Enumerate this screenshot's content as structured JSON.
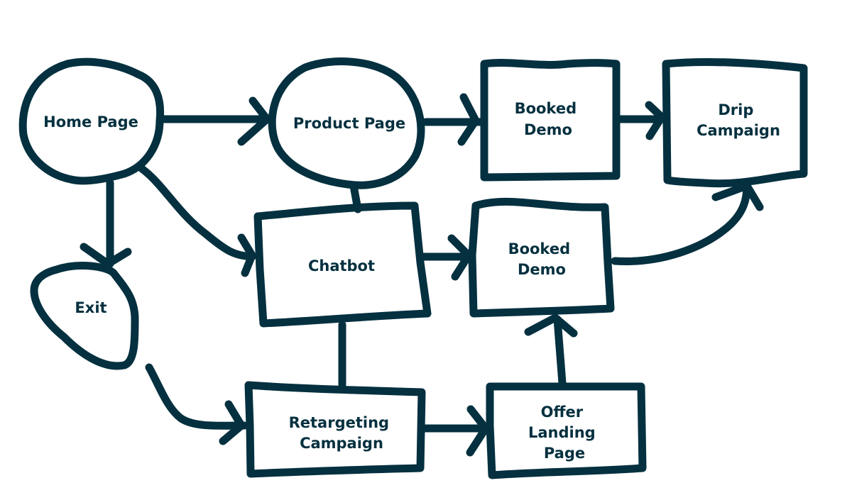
{
  "diagram": {
    "stroke_color": "#04303f",
    "background": "#ffffff",
    "nodes": {
      "home": {
        "lines": [
          "Home Page"
        ],
        "shape": "blob"
      },
      "product": {
        "lines": [
          "Product Page"
        ],
        "shape": "blob"
      },
      "booked1": {
        "lines": [
          "Booked",
          "Demo"
        ],
        "shape": "box"
      },
      "drip": {
        "lines": [
          "Drip",
          "Campaign"
        ],
        "shape": "box"
      },
      "chatbot": {
        "lines": [
          "Chatbot"
        ],
        "shape": "box"
      },
      "booked2": {
        "lines": [
          "Booked",
          "Demo"
        ],
        "shape": "box"
      },
      "exit": {
        "lines": [
          "Exit"
        ],
        "shape": "blob"
      },
      "retargeting": {
        "lines": [
          "Retargeting",
          "Campaign"
        ],
        "shape": "box"
      },
      "offer": {
        "lines": [
          "Offer",
          "Landing",
          "Page"
        ],
        "shape": "box"
      }
    },
    "edges": [
      {
        "from": "Home Page",
        "to": "Product Page",
        "arrow": true
      },
      {
        "from": "Product Page",
        "to": "Booked Demo",
        "arrow": true
      },
      {
        "from": "Booked Demo",
        "to": "Drip Campaign",
        "arrow": true
      },
      {
        "from": "Home Page",
        "to": "Chatbot",
        "arrow": true
      },
      {
        "from": "Home Page",
        "to": "Exit",
        "arrow": true
      },
      {
        "from": "Product Page",
        "to": "Chatbot",
        "arrow": false
      },
      {
        "from": "Chatbot",
        "to": "Booked Demo",
        "arrow": true
      },
      {
        "from": "Booked Demo",
        "to": "Drip Campaign",
        "arrow": true
      },
      {
        "from": "Chatbot",
        "to": "Retargeting Campaign",
        "arrow": false
      },
      {
        "from": "Exit",
        "to": "Retargeting Campaign",
        "arrow": true
      },
      {
        "from": "Retargeting Campaign",
        "to": "Offer Landing Page",
        "arrow": true
      },
      {
        "from": "Offer Landing Page",
        "to": "Booked Demo",
        "arrow": true
      }
    ]
  }
}
